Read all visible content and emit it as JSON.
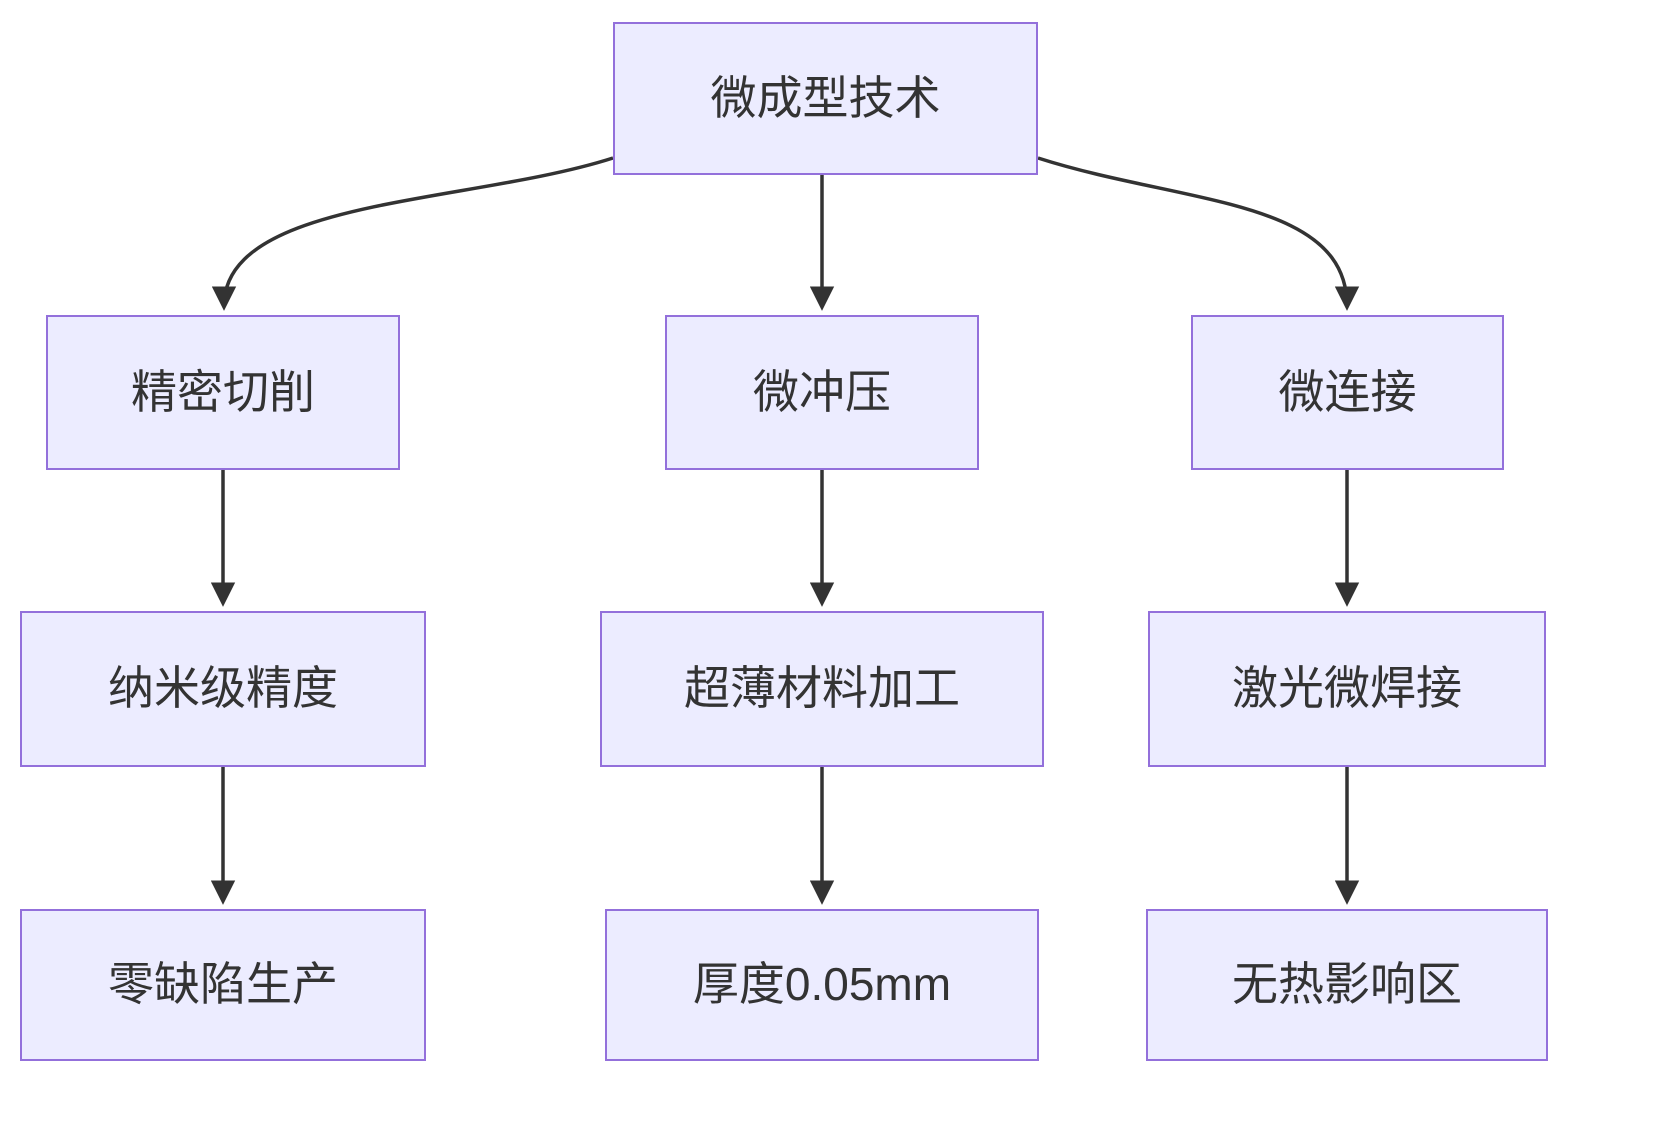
{
  "diagram": {
    "type": "flowchart",
    "direction": "top-down",
    "nodes": {
      "root": {
        "label": "微成型技术"
      },
      "branch1": {
        "label": "精密切削"
      },
      "branch2": {
        "label": "微冲压"
      },
      "branch3": {
        "label": "微连接"
      },
      "feature1": {
        "label": "纳米级精度"
      },
      "feature2": {
        "label": "超薄材料加工"
      },
      "feature3": {
        "label": "激光微焊接"
      },
      "result1": {
        "label": "零缺陷生产"
      },
      "result2": {
        "label": "厚度0.05mm"
      },
      "result3": {
        "label": "无热影响区"
      }
    },
    "edges": [
      {
        "from": "微成型技术",
        "to": "精密切削"
      },
      {
        "from": "微成型技术",
        "to": "微冲压"
      },
      {
        "from": "微成型技术",
        "to": "微连接"
      },
      {
        "from": "精密切削",
        "to": "纳米级精度"
      },
      {
        "from": "微冲压",
        "to": "超薄材料加工"
      },
      {
        "from": "微连接",
        "to": "激光微焊接"
      },
      {
        "from": "纳米级精度",
        "to": "零缺陷生产"
      },
      {
        "from": "超薄材料加工",
        "to": "厚度0.05mm"
      },
      {
        "from": "激光微焊接",
        "to": "无热影响区"
      }
    ],
    "colors": {
      "node_fill": "#ECECFF",
      "node_border": "#9370DB",
      "edge": "#333333",
      "text": "#333333",
      "background": "#FFFFFF"
    }
  }
}
